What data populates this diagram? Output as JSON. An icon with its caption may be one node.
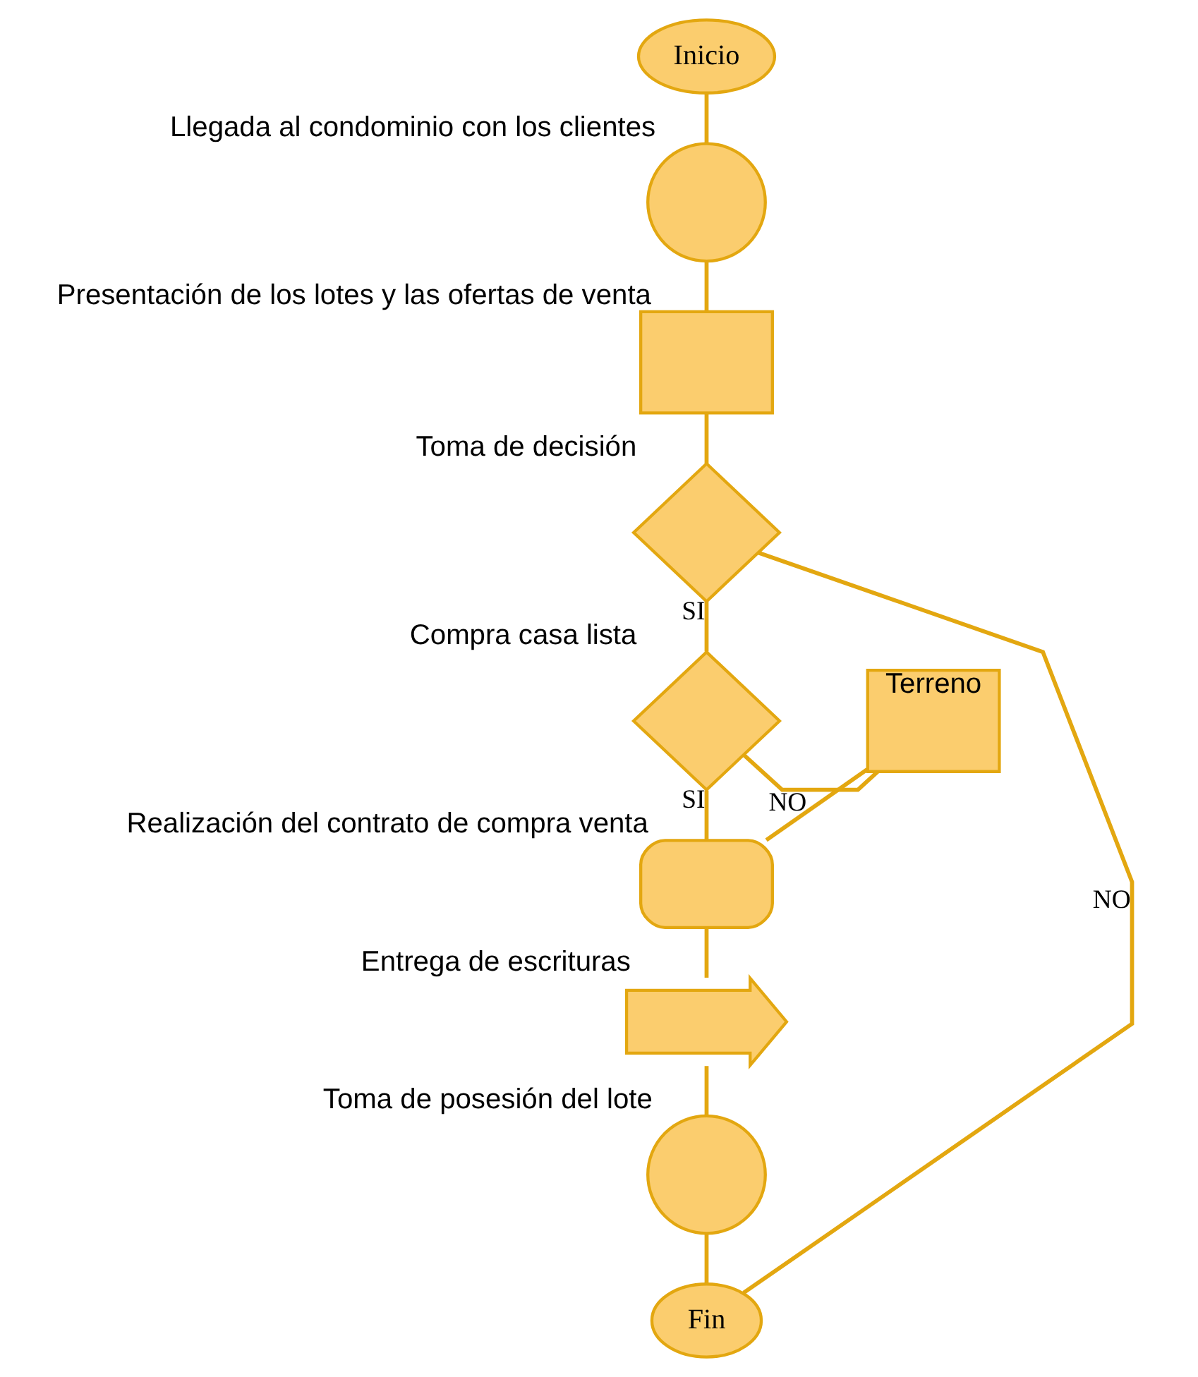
{
  "diagram": {
    "nodes": [
      {
        "text": [
          "Inicio"
        ]
      },
      {
        "text": [],
        "shape": "circle",
        "beside": [
          "Llegada al condominio con los clientes"
        ]
      },
      {
        "text": [],
        "shape": "box",
        "beside": [
          "Presentación de los lotes y las ofertas de venta"
        ]
      },
      {
        "text": [],
        "shape": "diamond",
        "beside": [
          "Toma de decisión"
        ]
      },
      {
        "text": [
          "Terreno"
        ]
      },
      {
        "text": [],
        "shape": "diamond",
        "beside": [
          "Compra casa lista"
        ]
      },
      {
        "text": [],
        "shape": "delay",
        "beside": [
          "Realización del contrato de compra venta"
        ]
      },
      {
        "text": [],
        "shape": "arrow",
        "beside": [
          "Entrega de escrituras"
        ]
      },
      {
        "text": [],
        "shape": "circle",
        "beside": [
          "Toma de posesión del lote"
        ]
      },
      {
        "text": [
          "Fin"
        ]
      }
    ],
    "edges": [
      {
        "from": 0,
        "to": 1,
        "arrow": "none"
      },
      {
        "from": 1,
        "to": 2,
        "arrow": "none"
      },
      {
        "from": 2,
        "to": 3,
        "arrow": "none"
      },
      {
        "from": 3,
        "to": 5,
        "arrow": "none",
        "label": "SI"
      },
      {
        "from": 3,
        "to": 9,
        "arrow": "none",
        "label": "NO"
      },
      {
        "from": 5,
        "to": 4,
        "arrow": "none",
        "label": "NO"
      },
      {
        "from": 5,
        "to": 6,
        "arrow": "none",
        "label": "SI"
      },
      {
        "from": 4,
        "to": 6,
        "arrow": "none"
      },
      {
        "from": 6,
        "to": 7,
        "arrow": "none"
      },
      {
        "from": 7,
        "to": 8,
        "arrow": "none"
      },
      {
        "from": 8,
        "to": 9,
        "arrow": "none"
      }
    ]
  }
}
